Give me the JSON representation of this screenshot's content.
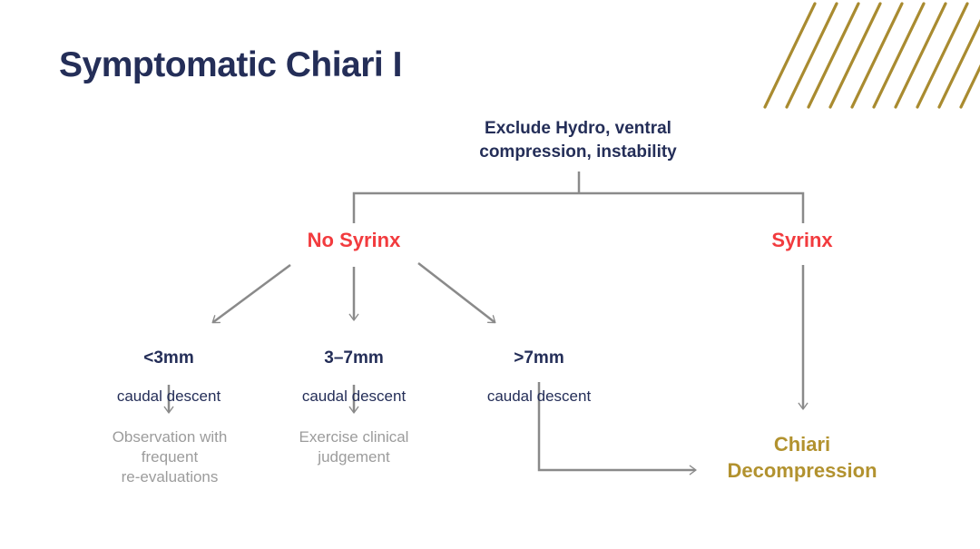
{
  "title": "Symptomatic Chiari I",
  "colors": {
    "navy": "#242e58",
    "red": "#f23b3e",
    "gold": "#b2922f",
    "gold_stripes": "#a98b30",
    "gray_line": "#8a8a8a",
    "gray_text": "#9c9c9c",
    "background": "#ffffff"
  },
  "flowchart": {
    "root": {
      "text": "Exclude Hydro, ventral\ncompression, instability"
    },
    "branch_no_syrinx": {
      "label": "No Syrinx"
    },
    "branch_syrinx": {
      "label": "Syrinx"
    },
    "descent_lt3": {
      "value": "<3mm",
      "caption": "caudal descent"
    },
    "descent_3to7": {
      "value": "3–7mm",
      "caption": "caudal descent"
    },
    "descent_gt7": {
      "value": ">7mm",
      "caption": "caudal descent"
    },
    "outcome_observation": {
      "text": "Observation with\nfrequent\nre-evaluations"
    },
    "outcome_judgement": {
      "text": "Exercise clinical\njudgement"
    },
    "outcome_decompression": {
      "text": "Chiari\nDecompression"
    }
  }
}
